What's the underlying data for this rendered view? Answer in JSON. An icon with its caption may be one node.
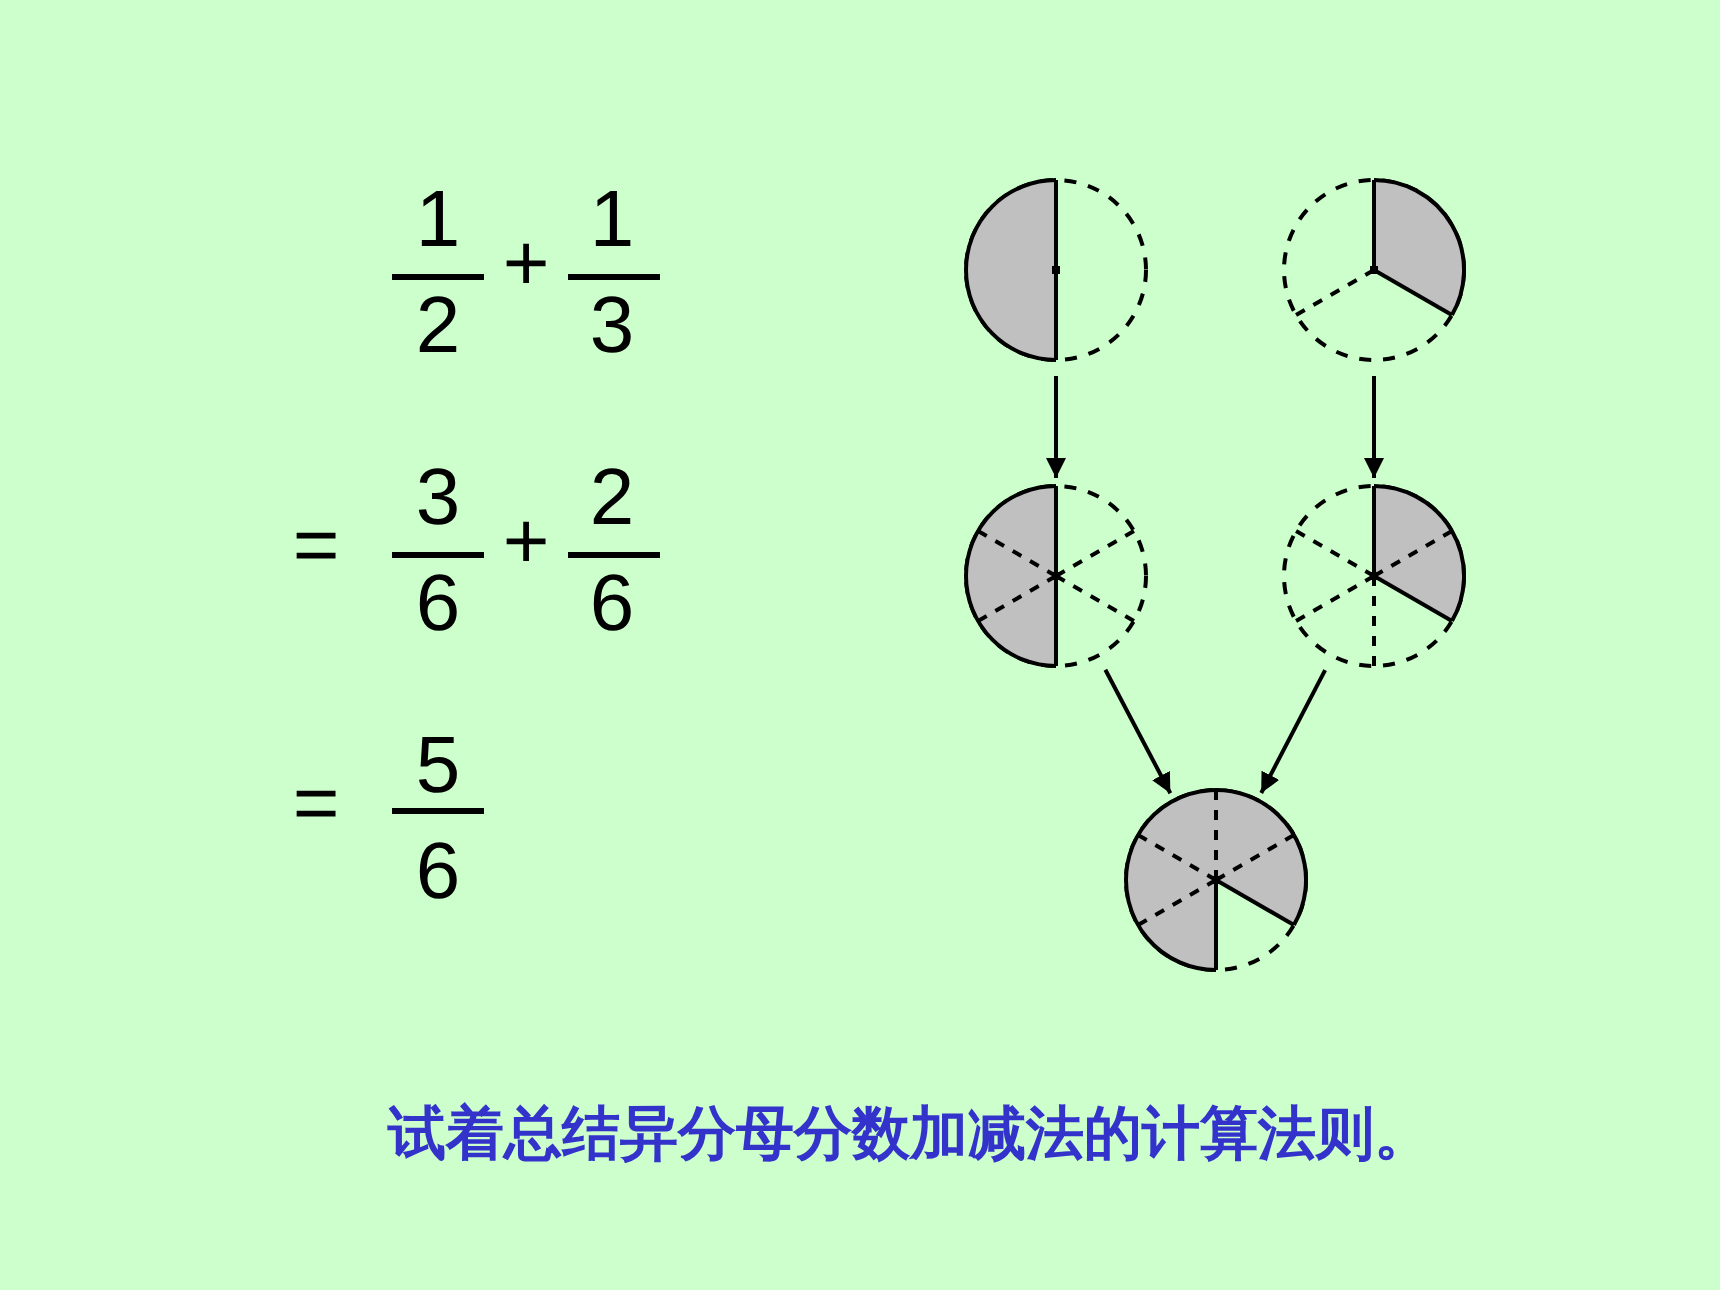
{
  "diagram": {
    "nodes": [
      {
        "text": [],
        "shape": "circle"
      },
      {
        "text": [],
        "shape": "circle"
      },
      {
        "text": [],
        "shape": "circle"
      },
      {
        "text": [],
        "shape": "circle"
      },
      {
        "text": [],
        "shape": "circle"
      }
    ],
    "edges": [
      {
        "from": 0,
        "to": 2,
        "arrow": "to"
      },
      {
        "from": 1,
        "to": 3,
        "arrow": "to"
      },
      {
        "from": 2,
        "to": 4,
        "arrow": "to"
      },
      {
        "from": 3,
        "to": 4,
        "arrow": "to"
      }
    ],
    "labels": [
      "1",
      "2",
      "+",
      "1",
      "3",
      "=",
      "3",
      "6",
      "+",
      "2",
      "6",
      "=",
      "5",
      "6",
      "试着总结异分母分数加减法的计算法则。"
    ]
  }
}
